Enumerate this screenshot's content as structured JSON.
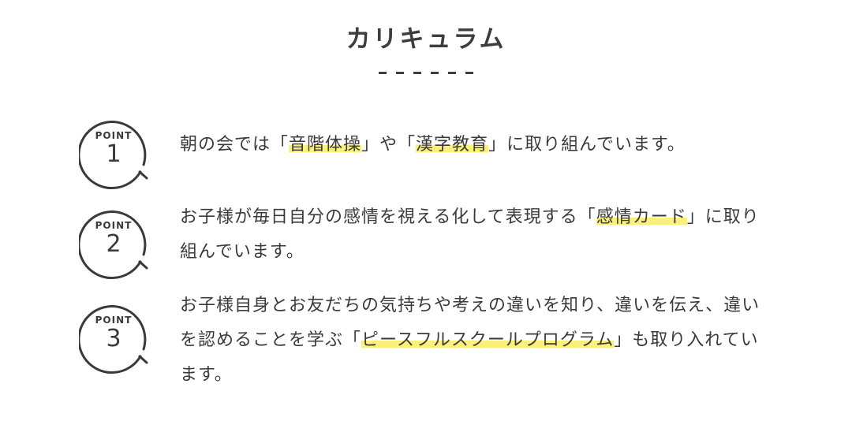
{
  "title": "カリキュラム",
  "points": [
    {
      "label": "POINT",
      "number": "1",
      "segments": [
        {
          "text": "朝の会では「",
          "hl": false
        },
        {
          "text": "音階体操",
          "hl": true
        },
        {
          "text": "」や「",
          "hl": false
        },
        {
          "text": "漢字教育",
          "hl": true
        },
        {
          "text": "」に取り組んでいます。",
          "hl": false
        }
      ]
    },
    {
      "label": "POINT",
      "number": "2",
      "segments": [
        {
          "text": "お子様が毎日自分の感情を視える化して表現する「",
          "hl": false
        },
        {
          "text": "感情カード",
          "hl": true
        },
        {
          "text": "」に取り組んでいます。",
          "hl": false
        }
      ]
    },
    {
      "label": "POINT",
      "number": "3",
      "segments": [
        {
          "text": "お子様自身とお友だちの気持ちや考えの違いを知り、違いを伝え、違いを認めることを学ぶ「",
          "hl": false
        },
        {
          "text": "ピースフルスクールプログラム",
          "hl": true
        },
        {
          "text": "」も取り入れています。",
          "hl": false
        }
      ]
    }
  ],
  "colors": {
    "highlight": "#fbf07a",
    "text": "#3a3a3a"
  }
}
